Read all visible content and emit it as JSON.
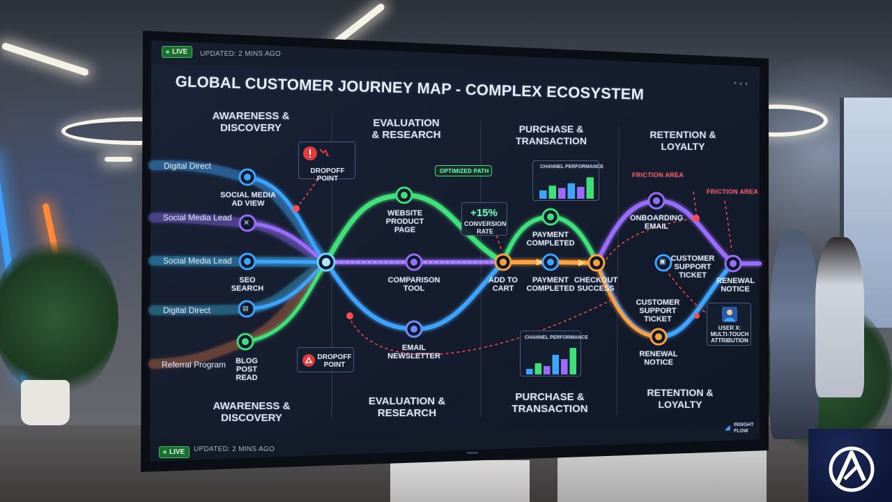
{
  "header": {
    "live_label": "LIVE",
    "updated_text": "UPDATED: 2 MINS AGO",
    "title": "GLOBAL CUSTOMER JOURNEY MAP - COMPLEX ECOSYSTEM"
  },
  "footer": {
    "live_label": "LIVE",
    "updated_text": "UPDATED: 2 MINS AGO",
    "brand_line1": "INSIGHT",
    "brand_line2": "FLOW"
  },
  "stages_top": {
    "awareness": "AWARENESS & DISCOVERY",
    "evaluation": "EVALUATION & RESEARCH",
    "purchase": "PURCHASE & TRANSACTION",
    "retention": "RETENTION & LOYALTY"
  },
  "stages_bottom": {
    "awareness": "AWARENESS & DISCOVERY",
    "evaluation": "EVALUATION & RESEARCH",
    "purchase": "PURCHASE & TRANSACTION",
    "retention": "RETENTION & LOYALTY"
  },
  "sources": {
    "s1": "Digital Direct",
    "s2": "Social Media Lead",
    "s3": "Social Media Lead",
    "s4": "Digital Direct",
    "s5": "Referral Program"
  },
  "nodes": {
    "social_media_ad": "SOCIAL MEDIA AD VIEW",
    "seo_search": "SEO SEARCH",
    "blog_post": "BLOG POST READ",
    "website_product": "WEBSITE PRODUCT PAGE",
    "comparison_tool": "COMPARISON TOOL",
    "email_newsletter": "EMAIL NEWSLETTER",
    "add_to_cart": "ADD TO CART",
    "payment_completed_top": "PAYMENT COMPLETED",
    "payment_completed_mid": "PAYMENT COMPLETED",
    "checkout_success": "CHECKOUT SUCCESS",
    "onboarding_email": "ONBOARDING EMAIL",
    "customer_support_top": "CUSTOMER SUPPORT TICKET",
    "customer_support_bottom": "CUSTOMER SUPPORT TICKET",
    "renewal_notice_right": "RENEWAL NOTICE",
    "renewal_notice_bottom": "RENEWAL NOTICE"
  },
  "cards": {
    "dropoff_top": "DROPOFF POINT",
    "dropoff_bottom": "DROPOFF POINT",
    "optimized_path": "OPTIMIZED PATH",
    "conversion_pct": "+15%",
    "conversion_label": "CONVERSION RATE",
    "channel_perf_top": "CHANNEL PERFORMANCE",
    "channel_perf_bottom": "CHANNEL PERFORMANCE",
    "friction_1": "FRICTION AREA",
    "friction_2": "FRICTION AREA",
    "user_x": "USER X: MULTI-TOUCH ATTRIBUTION"
  },
  "bars": {
    "channel_perf_top": [
      0.35,
      0.55,
      0.45,
      0.65,
      0.5,
      0.9
    ],
    "channel_perf_bottom": [
      0.2,
      0.4,
      0.3,
      0.7,
      0.55,
      0.95
    ]
  },
  "colors": {
    "path_blue": "#3da5ff",
    "path_green": "#3fe07a",
    "path_purple": "#9b6dff",
    "path_orange": "#ffa23c",
    "screen_bg": "#141b2b",
    "friction": "#ff4d4d"
  }
}
